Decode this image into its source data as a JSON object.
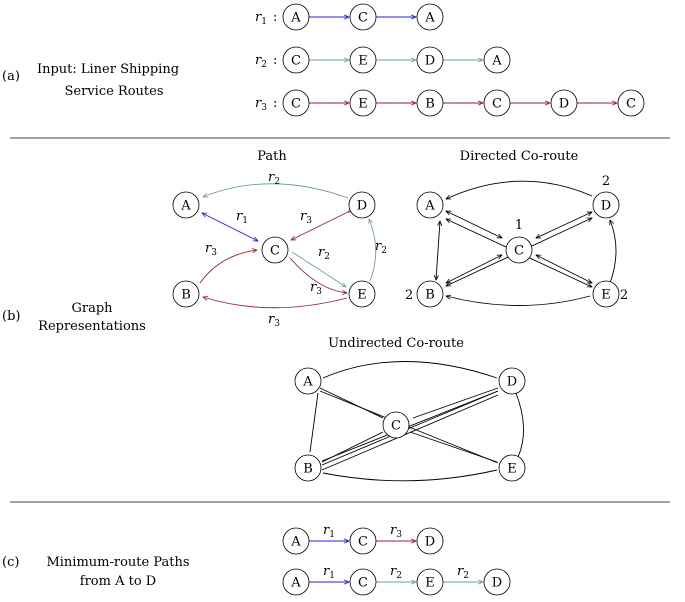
{
  "section_a": {
    "tag": "(a)",
    "title_line1": "Input: Liner Shipping",
    "title_line2": "Service Routes",
    "routes": [
      {
        "name": "r",
        "sub": "1",
        "nodes": [
          "A",
          "C",
          "A"
        ],
        "color": "#1f1fe0"
      },
      {
        "name": "r",
        "sub": "2",
        "nodes": [
          "C",
          "E",
          "D",
          "A"
        ],
        "color": "#6fa58a"
      },
      {
        "name": "r",
        "sub": "3",
        "nodes": [
          "C",
          "E",
          "B",
          "C",
          "D",
          "C"
        ],
        "color": "#9a1e3c"
      }
    ]
  },
  "section_b": {
    "tag": "(b)",
    "title_line1": "Graph",
    "title_line2": "Representations",
    "path_title": "Path",
    "directed_title": "Directed Co-route",
    "undirected_title": "Undirected Co-route",
    "path_nodes": [
      "A",
      "D",
      "C",
      "B",
      "E"
    ],
    "path_edge_labels": [
      {
        "name": "r",
        "sub": "2"
      },
      {
        "name": "r",
        "sub": "1"
      },
      {
        "name": "r",
        "sub": "3"
      },
      {
        "name": "r",
        "sub": "3"
      },
      {
        "name": "r",
        "sub": "2"
      },
      {
        "name": "r",
        "sub": "2"
      },
      {
        "name": "r",
        "sub": "3"
      },
      {
        "name": "r",
        "sub": "3"
      }
    ],
    "directed_nodes": [
      "A",
      "D",
      "C",
      "B",
      "E"
    ],
    "directed_counts": {
      "D": "2",
      "C": "1",
      "B": "2",
      "E": "2"
    },
    "undirected_nodes": [
      "A",
      "D",
      "C",
      "B",
      "E"
    ],
    "highlight_color": "#c8203a"
  },
  "section_c": {
    "tag": "(c)",
    "title_line1": "Minimum-route Paths",
    "title_line2": "from A to D",
    "paths": [
      {
        "nodes": [
          "A",
          "C",
          "D"
        ],
        "labels": [
          {
            "name": "r",
            "sub": "1"
          },
          {
            "name": "r",
            "sub": "3"
          }
        ]
      },
      {
        "nodes": [
          "A",
          "C",
          "E",
          "D"
        ],
        "labels": [
          {
            "name": "r",
            "sub": "1"
          },
          {
            "name": "r",
            "sub": "2"
          },
          {
            "name": "r",
            "sub": "2"
          }
        ]
      }
    ]
  }
}
